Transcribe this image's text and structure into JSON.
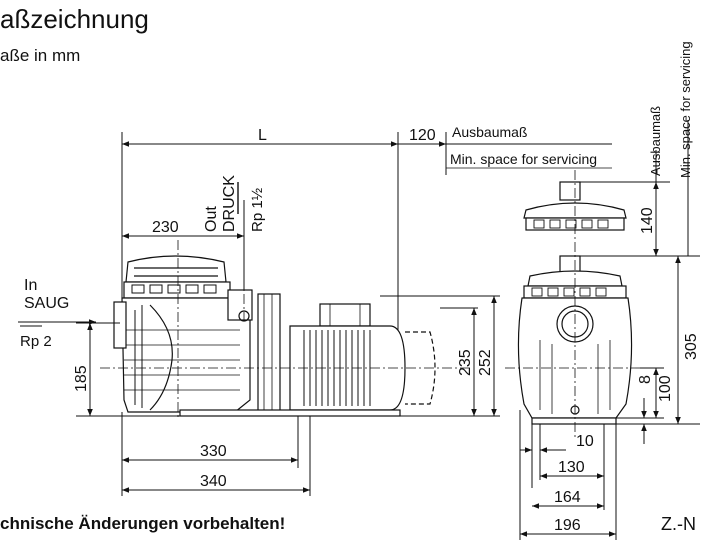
{
  "header": {
    "title": "aßzeichnung",
    "subtitle": "aße in mm"
  },
  "footer": {
    "note": "chnische Änderungen vorbehalten!",
    "drawing_number": "Z.-N"
  },
  "labels": {
    "L": "L",
    "clearance_120": "120",
    "ausbaumass": "Ausbaumaß",
    "min_space": "Min. space for servicing",
    "out": "Out",
    "druck": "DRUCK",
    "rp_out": "Rp 1½",
    "in": "In",
    "saug": "SAUG",
    "rp_in": "Rp 2",
    "d230": "230",
    "d185": "185",
    "d235": "235",
    "d252": "252",
    "d330": "330",
    "d340": "340",
    "d140": "140",
    "d305": "305",
    "d8": "8",
    "d100": "100",
    "d10": "10",
    "d130": "130",
    "d164": "164",
    "d196": "196",
    "side_ausbaumass": "Ausbaumaß",
    "side_min_space": "Min. space for servicing"
  }
}
